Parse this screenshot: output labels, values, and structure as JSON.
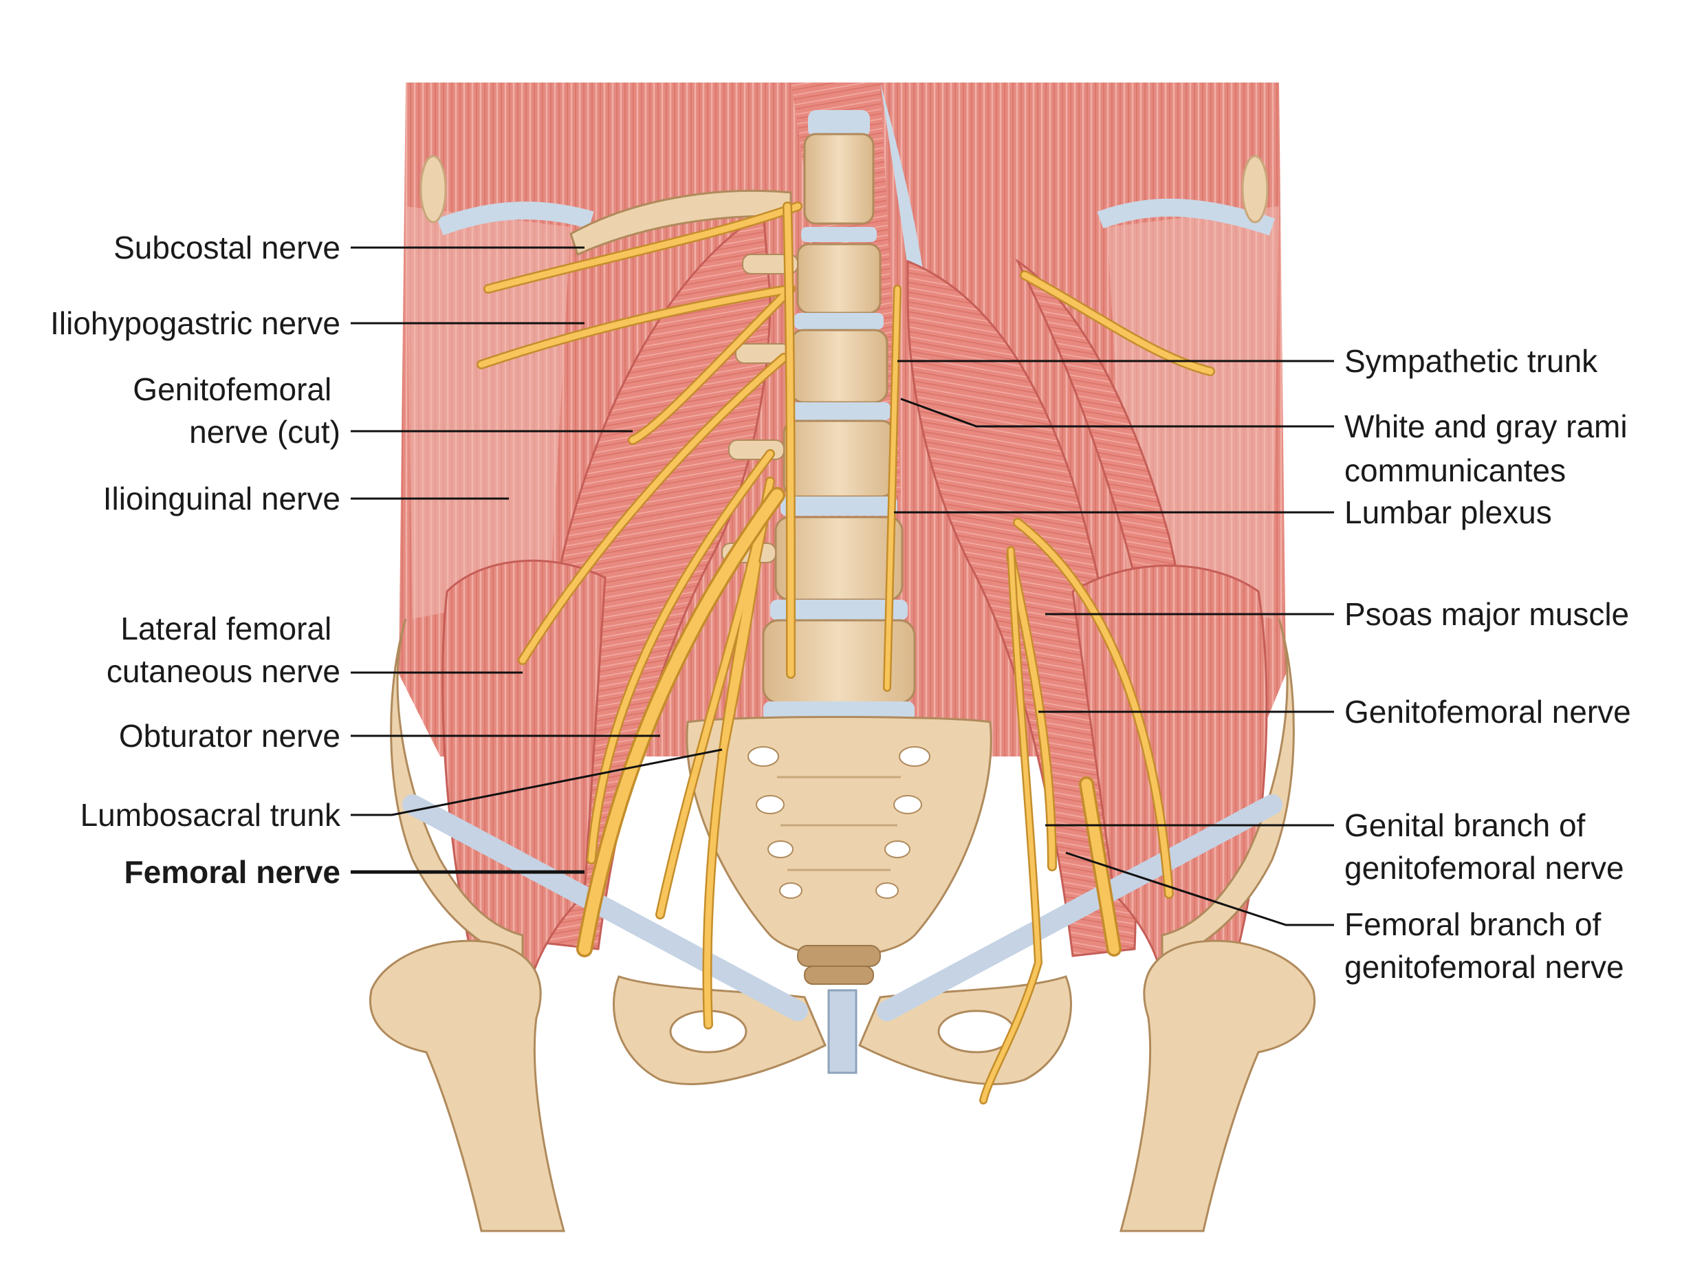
{
  "colors": {
    "background": "#ffffff",
    "muscle": "#e8897f",
    "muscle_dark": "#d4655d",
    "muscle_fiber": "#f3b3aa",
    "bone": "#ecd3ad",
    "bone_shadow": "#c9a77c",
    "bone_dark": "#b08a5c",
    "cartilage": "#d6e6ef",
    "ligament": "#c5d3e4",
    "nerve": "#f7c55c",
    "nerve_outline": "#c48d2b",
    "text": "#1a1a1a",
    "leader": "#111111"
  },
  "labels": {
    "left": [
      {
        "id": "subcostal",
        "lines": [
          "Subcostal nerve"
        ],
        "bold": false
      },
      {
        "id": "iliohypogastric",
        "lines": [
          "Iliohypogastric nerve"
        ],
        "bold": false
      },
      {
        "id": "genitofemoral-cut",
        "lines": [
          "Genitofemoral",
          "nerve (cut)"
        ],
        "bold": false
      },
      {
        "id": "ilioinguinal",
        "lines": [
          "Ilioinguinal nerve"
        ],
        "bold": false
      },
      {
        "id": "lateral-femoral-cutaneous",
        "lines": [
          "Lateral femoral",
          "cutaneous nerve"
        ],
        "bold": false
      },
      {
        "id": "obturator",
        "lines": [
          "Obturator nerve"
        ],
        "bold": false
      },
      {
        "id": "lumbosacral-trunk",
        "lines": [
          "Lumbosacral trunk"
        ],
        "bold": false
      },
      {
        "id": "femoral",
        "lines": [
          "Femoral nerve"
        ],
        "bold": true
      }
    ],
    "right": [
      {
        "id": "sympathetic-trunk",
        "lines": [
          "Sympathetic trunk"
        ],
        "bold": false
      },
      {
        "id": "rami-communicantes",
        "lines": [
          "White and gray rami",
          "communicantes"
        ],
        "bold": false
      },
      {
        "id": "lumbar-plexus",
        "lines": [
          "Lumbar plexus"
        ],
        "bold": false
      },
      {
        "id": "psoas-major",
        "lines": [
          "Psoas major muscle"
        ],
        "bold": false
      },
      {
        "id": "genitofemoral",
        "lines": [
          "Genitofemoral nerve"
        ],
        "bold": false
      },
      {
        "id": "genital-branch",
        "lines": [
          "Genital branch of",
          "genitofemoral nerve"
        ],
        "bold": false
      },
      {
        "id": "femoral-branch",
        "lines": [
          "Femoral branch of",
          "genitofemoral nerve"
        ],
        "bold": false
      }
    ]
  }
}
